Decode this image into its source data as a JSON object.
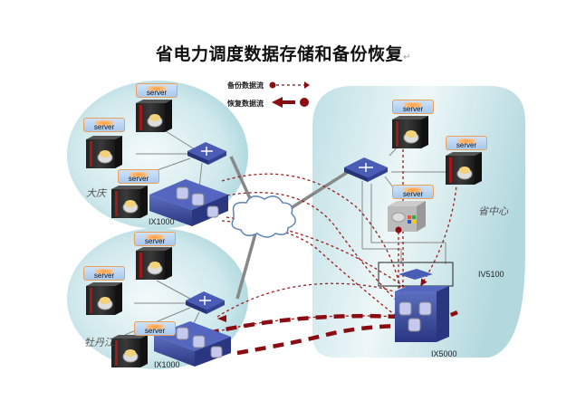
{
  "title": "省电力调度数据存储和备份恢复",
  "paragraph_mark": "↵",
  "legend": {
    "backup_label": "备份数据流",
    "restore_label": "恢复数据流",
    "colors": {
      "flow": "#8b0d14"
    }
  },
  "regions": {
    "left_top": {
      "name": "大庆",
      "storage_label": "IX1000",
      "fill": "#b9dde3"
    },
    "left_bottom": {
      "name": "牡丹江",
      "storage_label": "IX1000",
      "fill": "#b9dde3"
    },
    "center": {
      "name": "省中心",
      "array_label": "IV5100",
      "storage_label": "IX5000",
      "fill": "#b9dde3"
    }
  },
  "server_label": "server",
  "icons": {
    "server": "server-icon",
    "switch": "network-switch-icon",
    "cloud": "network-cloud-icon",
    "storage": "storage-array-icon",
    "windows_server": "windows-server-icon"
  }
}
